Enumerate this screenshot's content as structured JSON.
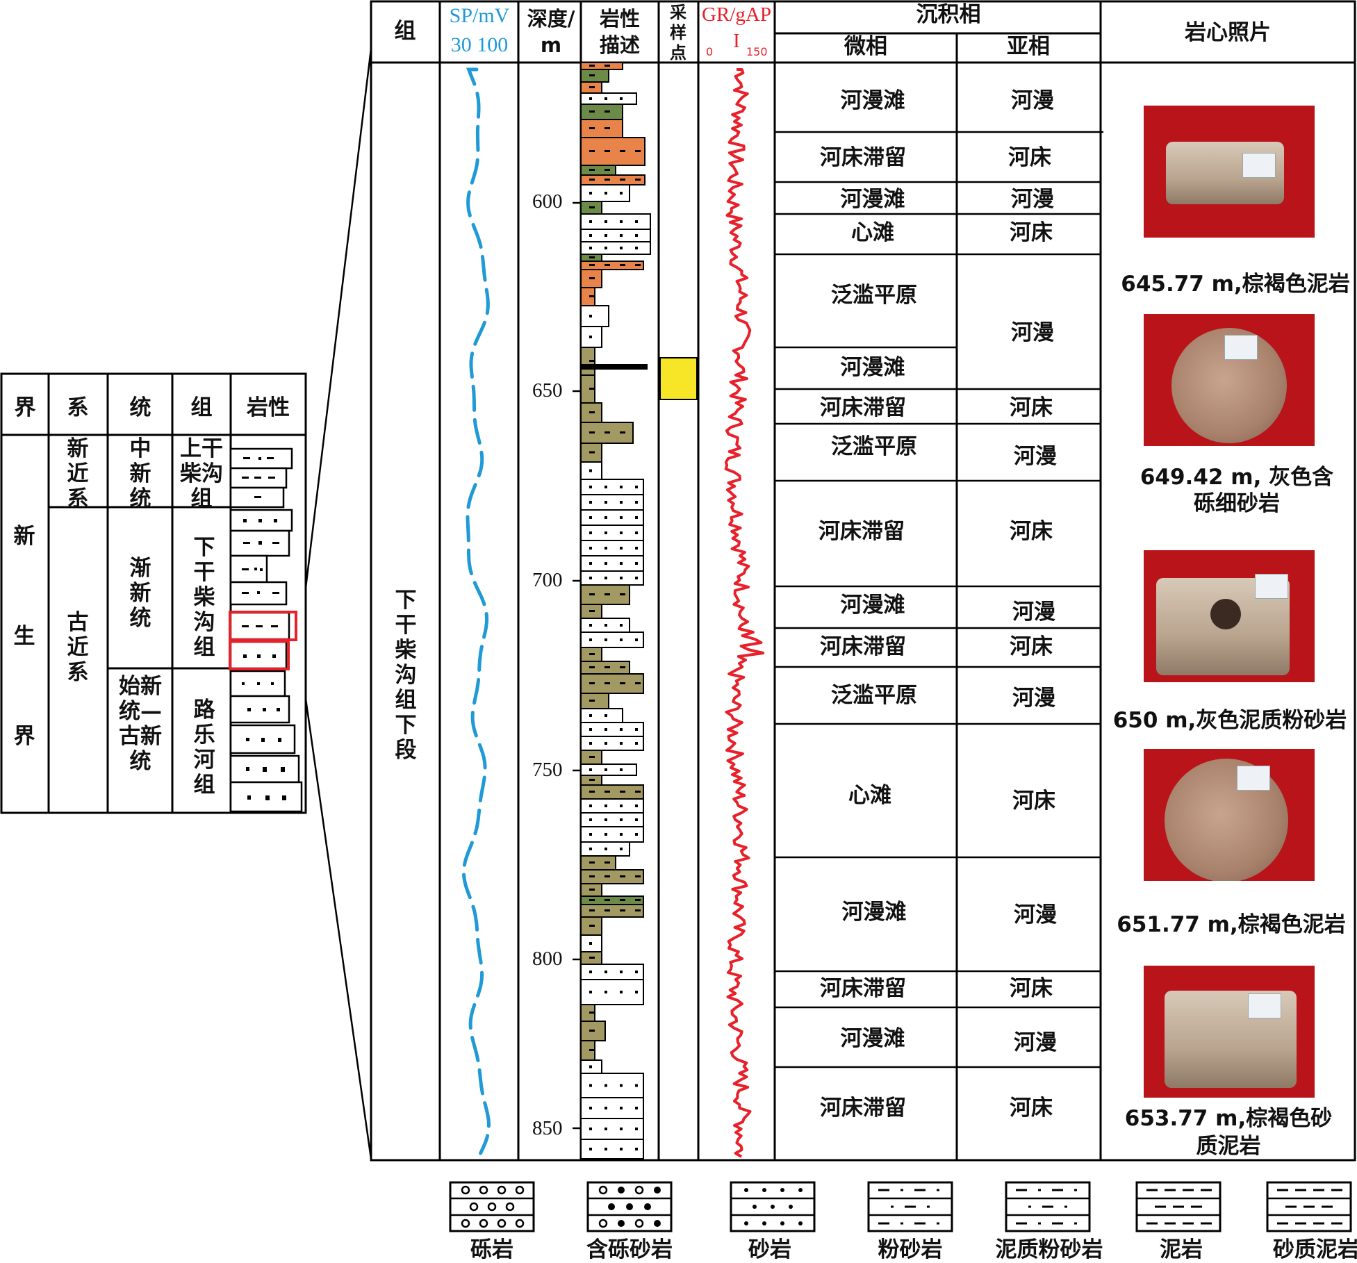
{
  "strat_table": {
    "headers": [
      "界",
      "系",
      "统",
      "组",
      "岩性"
    ],
    "erathem": "新生界",
    "systems": [
      "新近系",
      "古近系"
    ],
    "series": [
      "中新统",
      "渐新统",
      "始新统—古新统"
    ],
    "formations": [
      "上干柴沟组",
      "下干柴沟组",
      "路乐河组"
    ]
  },
  "log": {
    "headers": {
      "formation": "组",
      "sp": "SP/mV",
      "sp_range": "30 100",
      "depth": "深度/m",
      "lithology": "岩性描述",
      "sample": "采样点",
      "gr": "GR/gAPI",
      "gr_min": "0",
      "gr_max": "150",
      "facies": "沉积相",
      "microfacies": "微相",
      "subfacies": "亚相",
      "photos": "岩心照片"
    },
    "formation_name": "下干柴沟组下段",
    "depth_ticks": [
      "600",
      "650",
      "700",
      "750",
      "800",
      "850"
    ],
    "facies_rows": [
      {
        "micro": "河漫滩",
        "sub": "河漫"
      },
      {
        "micro": "河床滞留",
        "sub": "河床"
      },
      {
        "micro": "河漫滩",
        "sub": "河漫"
      },
      {
        "micro": "心滩",
        "sub": "河床"
      },
      {
        "micro": "泛滥平原",
        "sub": "河漫"
      },
      {
        "micro": "河漫滩",
        "sub": ""
      },
      {
        "micro": "河床滞留",
        "sub": "河床"
      },
      {
        "micro": "泛滥平原",
        "sub": "河漫"
      },
      {
        "micro": "河床滞留",
        "sub": "河床"
      },
      {
        "micro": "河漫滩",
        "sub": "河漫"
      },
      {
        "micro": "河床滞留",
        "sub": "河床"
      },
      {
        "micro": "泛滥平原",
        "sub": "河漫"
      },
      {
        "micro": "心滩",
        "sub": "河床"
      },
      {
        "micro": "河漫滩",
        "sub": "河漫"
      },
      {
        "micro": "河床滞留",
        "sub": "河床"
      },
      {
        "micro": "河漫滩",
        "sub": "河漫"
      },
      {
        "micro": "河床滞留",
        "sub": "河床"
      }
    ],
    "photo_captions": [
      "645.77 m,棕褐色泥岩",
      "649.42 m, 灰色含砾细砂岩",
      "650 m,灰色泥质粉砂岩",
      "651.77 m,棕褐色泥岩",
      "653.77 m,棕褐色砂质泥岩"
    ]
  },
  "legend": [
    "砾岩",
    "含砾砂岩",
    "砂岩",
    "粉砂岩",
    "泥质粉砂岩",
    "泥岩",
    "砂质泥岩"
  ],
  "colors": {
    "sp_curve": "#1f9ad6",
    "gr_curve": "#e8202a",
    "sample_marker": "#f7e627",
    "highlight_box": "#e8202a",
    "lith_orange": "#e8834a",
    "lith_green": "#6d8b48",
    "lith_olive": "#a39a63"
  }
}
